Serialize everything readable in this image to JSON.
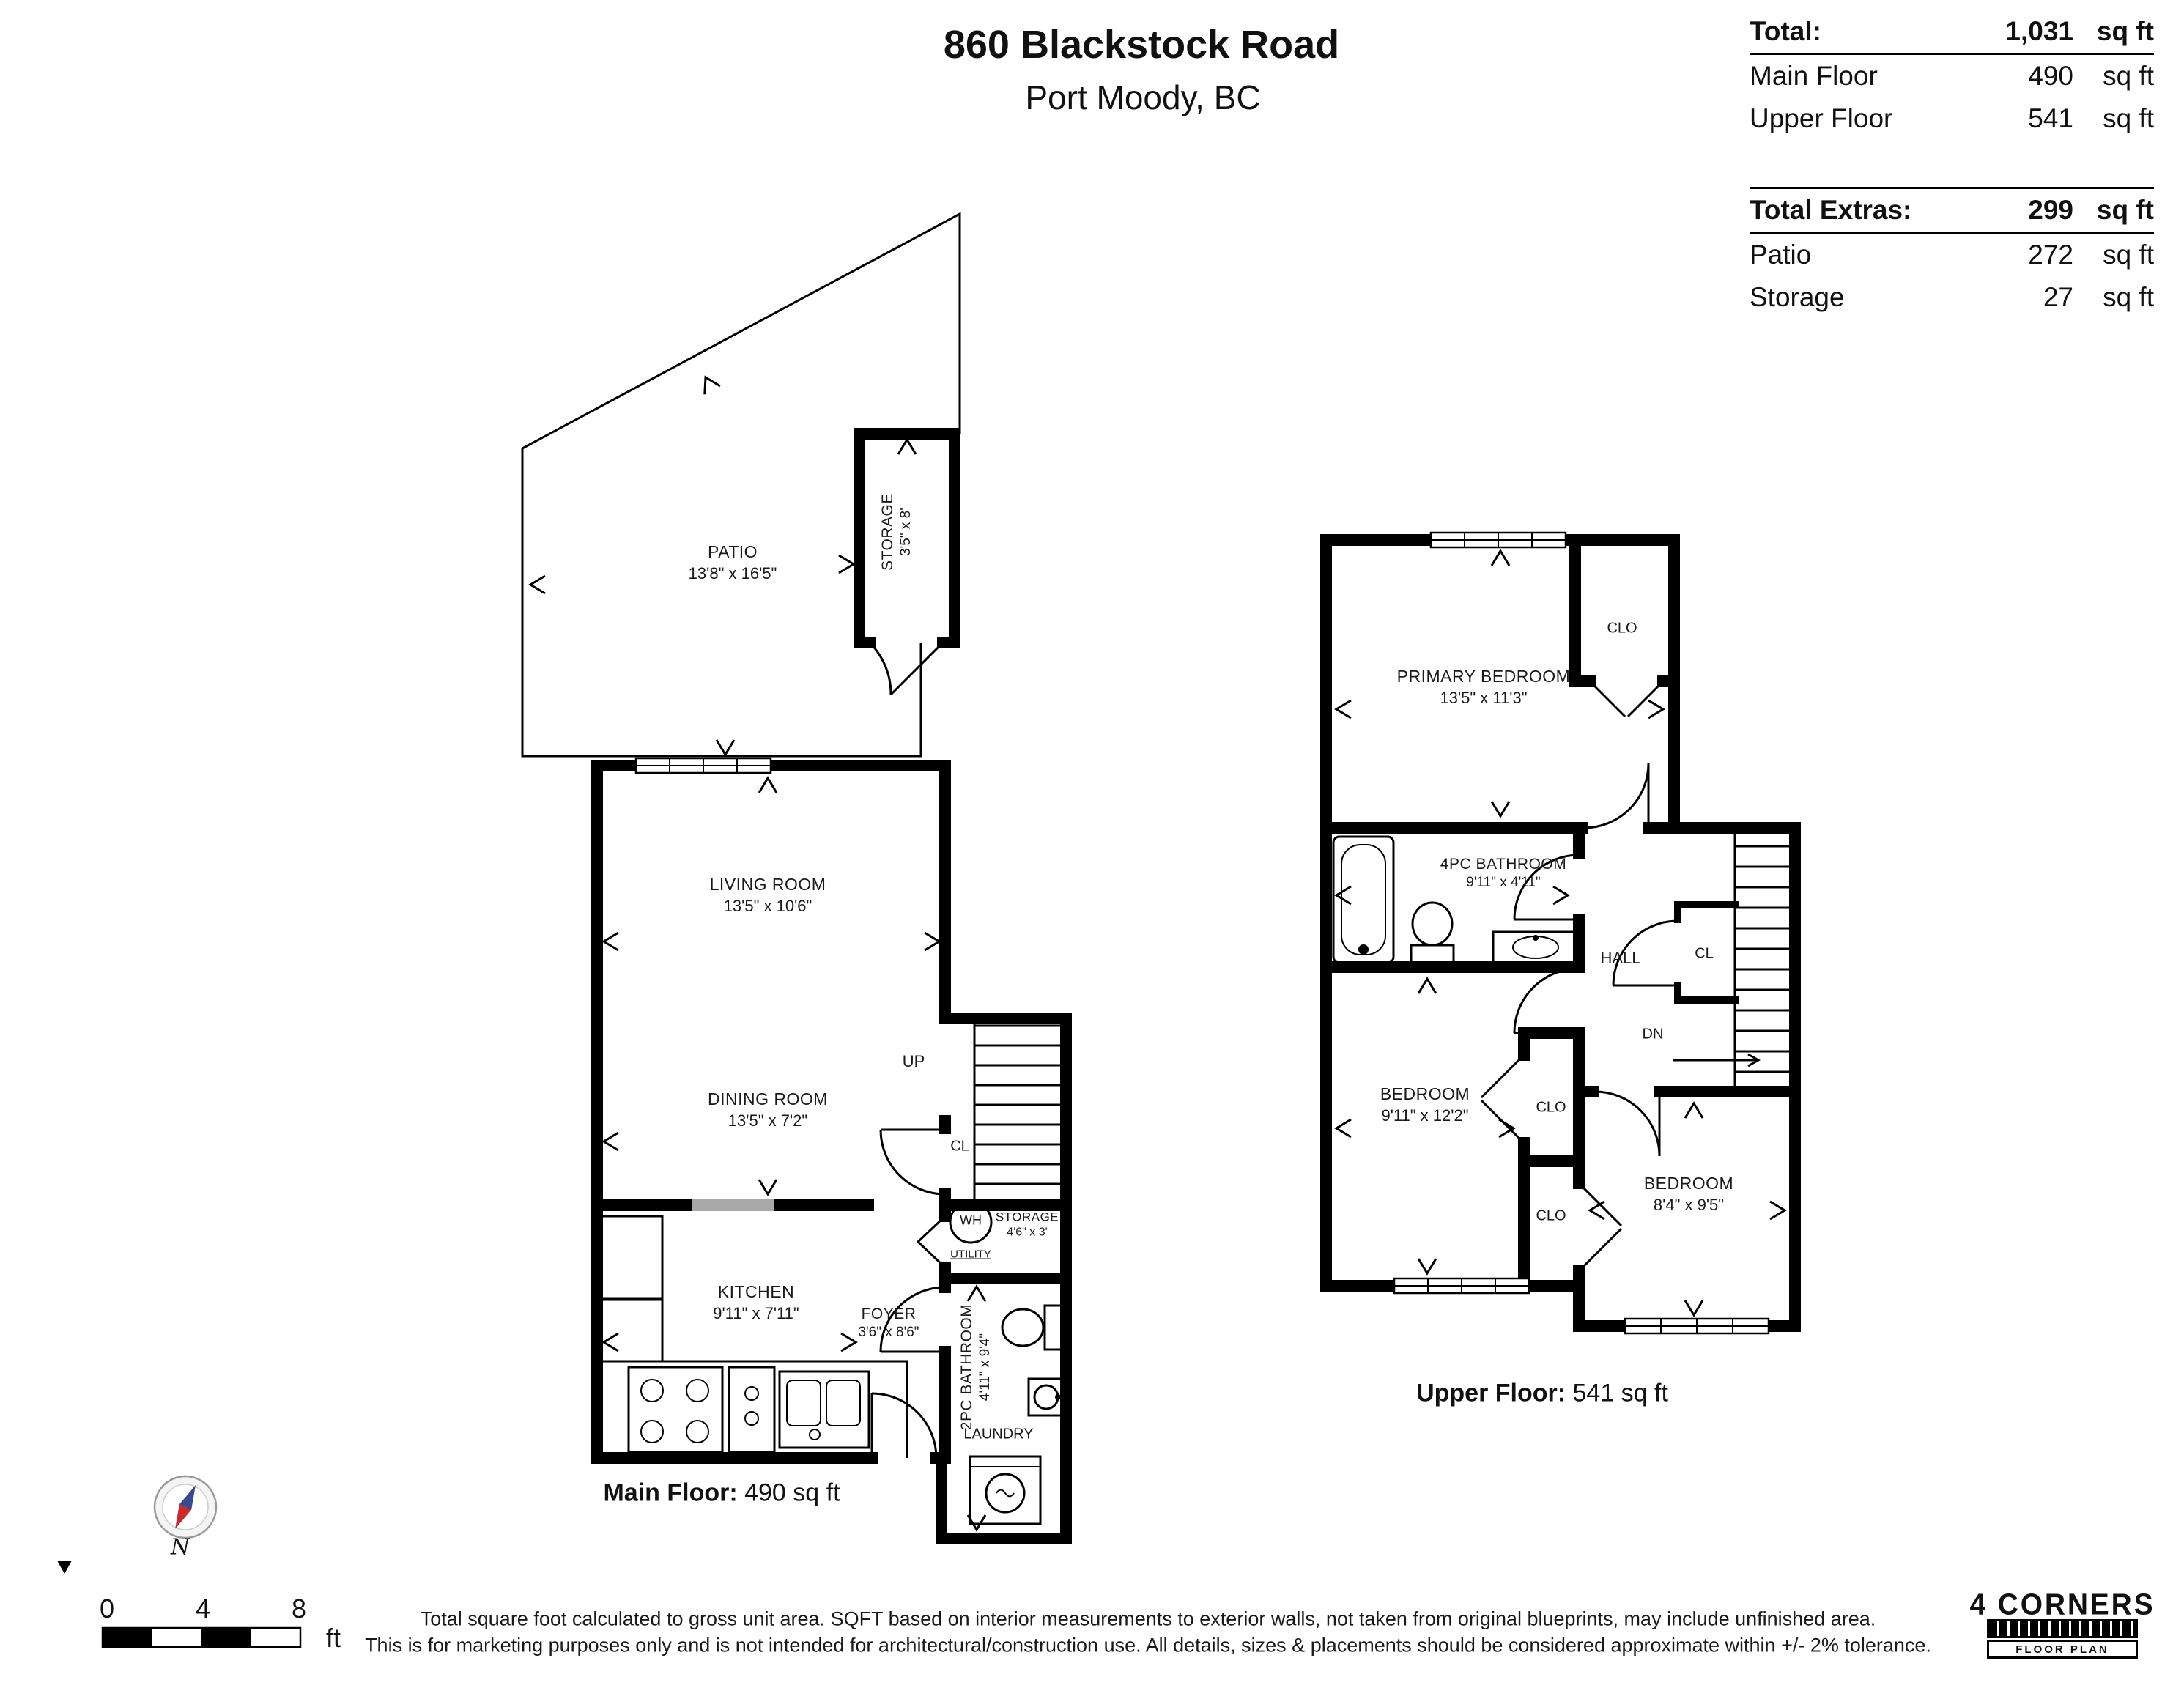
{
  "header": {
    "address": "860 Blackstock Road",
    "city": "Port Moody, BC"
  },
  "summary": {
    "total": {
      "label": "Total:",
      "value": "1,031",
      "unit": "sq ft"
    },
    "main_floor": {
      "label": "Main Floor",
      "value": "490",
      "unit": "sq ft"
    },
    "upper_floor": {
      "label": "Upper Floor",
      "value": "541",
      "unit": "sq ft"
    },
    "extras": {
      "label": "Total Extras:",
      "value": "299",
      "unit": "sq ft"
    },
    "patio": {
      "label": "Patio",
      "value": "272",
      "unit": "sq ft"
    },
    "storage": {
      "label": "Storage",
      "value": "27",
      "unit": "sq ft"
    }
  },
  "main_floor": {
    "caption_label": "Main Floor:",
    "caption_value": "490 sq ft",
    "patio": {
      "name": "PATIO",
      "dims": "13'8\" x 16'5\""
    },
    "storage": {
      "name": "STORAGE",
      "dims": "3'5\" x 8'"
    },
    "living": {
      "name": "LIVING ROOM",
      "dims": "13'5\" x 10'6\""
    },
    "dining": {
      "name": "DINING ROOM",
      "dims": "13'5\" x 7'2\""
    },
    "kitchen": {
      "name": "KITCHEN",
      "dims": "9'11\" x 7'11\""
    },
    "foyer": {
      "name": "FOYER",
      "dims": "3'6\" x 8'6\""
    },
    "bathroom": {
      "name": "2PC BATHROOM",
      "dims": "4'11\" x 9'4\""
    },
    "utility_storage": {
      "name": "STORAGE",
      "dims": "4'6\" x 3'"
    },
    "laundry": "LAUNDRY",
    "utility": "UTILITY",
    "wh": "WH",
    "up": "UP",
    "cl": "CL"
  },
  "upper_floor": {
    "caption_label": "Upper Floor:",
    "caption_value": "541 sq ft",
    "primary": {
      "name": "PRIMARY BEDROOM",
      "dims": "13'5\" x 11'3\""
    },
    "bathroom": {
      "name": "4PC BATHROOM",
      "dims": "9'11\" x 4'11\""
    },
    "bedroom_left": {
      "name": "BEDROOM",
      "dims": "9'11\" x 12'2\""
    },
    "bedroom_right": {
      "name": "BEDROOM",
      "dims": "8'4\" x 9'5\""
    },
    "hall": "HALL",
    "cl": "CL",
    "dn": "DN",
    "clo1": "CLO",
    "clo2": "CLO",
    "clo3": "CLO"
  },
  "footer": {
    "compass_n": "N",
    "scale_ticks": [
      "0",
      "4",
      "8"
    ],
    "scale_unit": "ft",
    "disclaimer_line1": "Total square foot calculated to gross unit area. SQFT based on interior measurements to exterior walls, not taken from original blueprints, may include unfinished area.",
    "disclaimer_line2": "This is for marketing purposes only and is not intended for architectural/construction use.  All details, sizes & placements should be considered approximate within +/- 2%  tolerance.",
    "logo_name": "4 CORNERS",
    "logo_sub": "FLOOR PLAN"
  },
  "colors": {
    "walls": "#000000",
    "compass_red": "#cc2a2a",
    "compass_blue": "#3a4a8a"
  }
}
